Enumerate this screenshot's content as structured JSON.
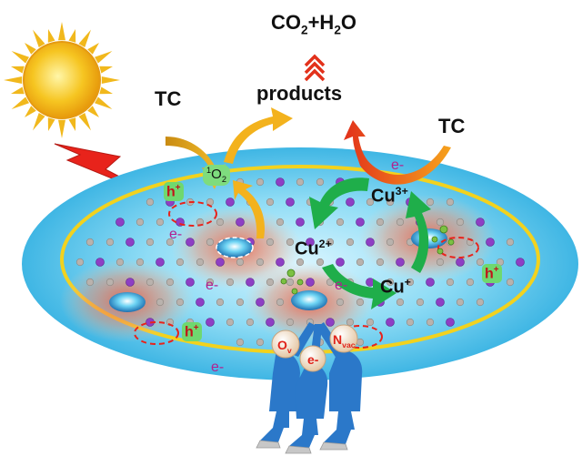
{
  "labels": {
    "co2_h2o": {
      "a": "CO",
      "b": "2",
      "c": "+H",
      "d": "2",
      "e": "O"
    },
    "products": "products",
    "tc_left": "TC",
    "tc_right": "TC",
    "singlet_oxygen": {
      "num": "1",
      "base": "O",
      "sub": "2"
    },
    "cu3": {
      "base": "Cu",
      "sup": "3+"
    },
    "cu2": {
      "base": "Cu",
      "sup": "2+"
    },
    "cu1": {
      "base": "Cu",
      "sup": "+"
    },
    "h_plus": {
      "base": "h",
      "sup": "+"
    },
    "e_minus": "e-",
    "ov": {
      "base": "O",
      "sub": "v"
    },
    "nvac": {
      "base": "N",
      "sub": "vac"
    },
    "e_center": "e-"
  },
  "colors": {
    "sun": "#f6c521",
    "lightning": "#e8231b",
    "disc": "#4fc3ea",
    "ring": "#f2d21e",
    "green_arrow": "#1fae4a",
    "orange_arrow": "#f1a51c",
    "red_arrow": "#e2311b",
    "hole": "#f0553a",
    "figure": "#2b78c9"
  },
  "icons": [
    "sun-icon",
    "lightning-icon",
    "active-site-icon",
    "figure-icon"
  ]
}
